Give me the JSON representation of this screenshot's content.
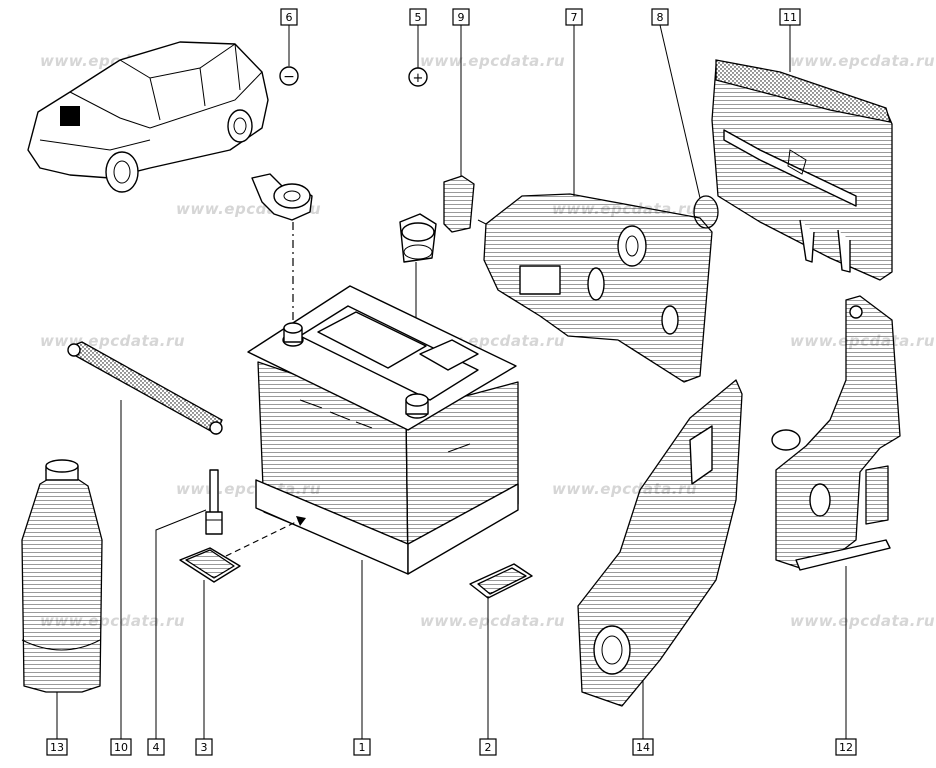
{
  "watermark": "www.epcdata.ru",
  "symbols": {
    "negative": "−",
    "positive": "+"
  },
  "callouts": [
    {
      "number": "1",
      "part": "battery"
    },
    {
      "number": "2",
      "part": "battery-terminal-cover"
    },
    {
      "number": "3",
      "part": "battery-clamp-plate"
    },
    {
      "number": "4",
      "part": "clamp-bolt"
    },
    {
      "number": "5",
      "part": "positive-terminal-clamp"
    },
    {
      "number": "6",
      "part": "negative-terminal-clamp"
    },
    {
      "number": "7",
      "part": "battery-heat-shield"
    },
    {
      "number": "8",
      "part": "plug"
    },
    {
      "number": "9",
      "part": "clip"
    },
    {
      "number": "10",
      "part": "battery-strap"
    },
    {
      "number": "11",
      "part": "battery-tray-panel"
    },
    {
      "number": "12",
      "part": "tray-support-bracket"
    },
    {
      "number": "13",
      "part": "electrolyte-bottle"
    },
    {
      "number": "14",
      "part": "air-duct-shield"
    }
  ]
}
